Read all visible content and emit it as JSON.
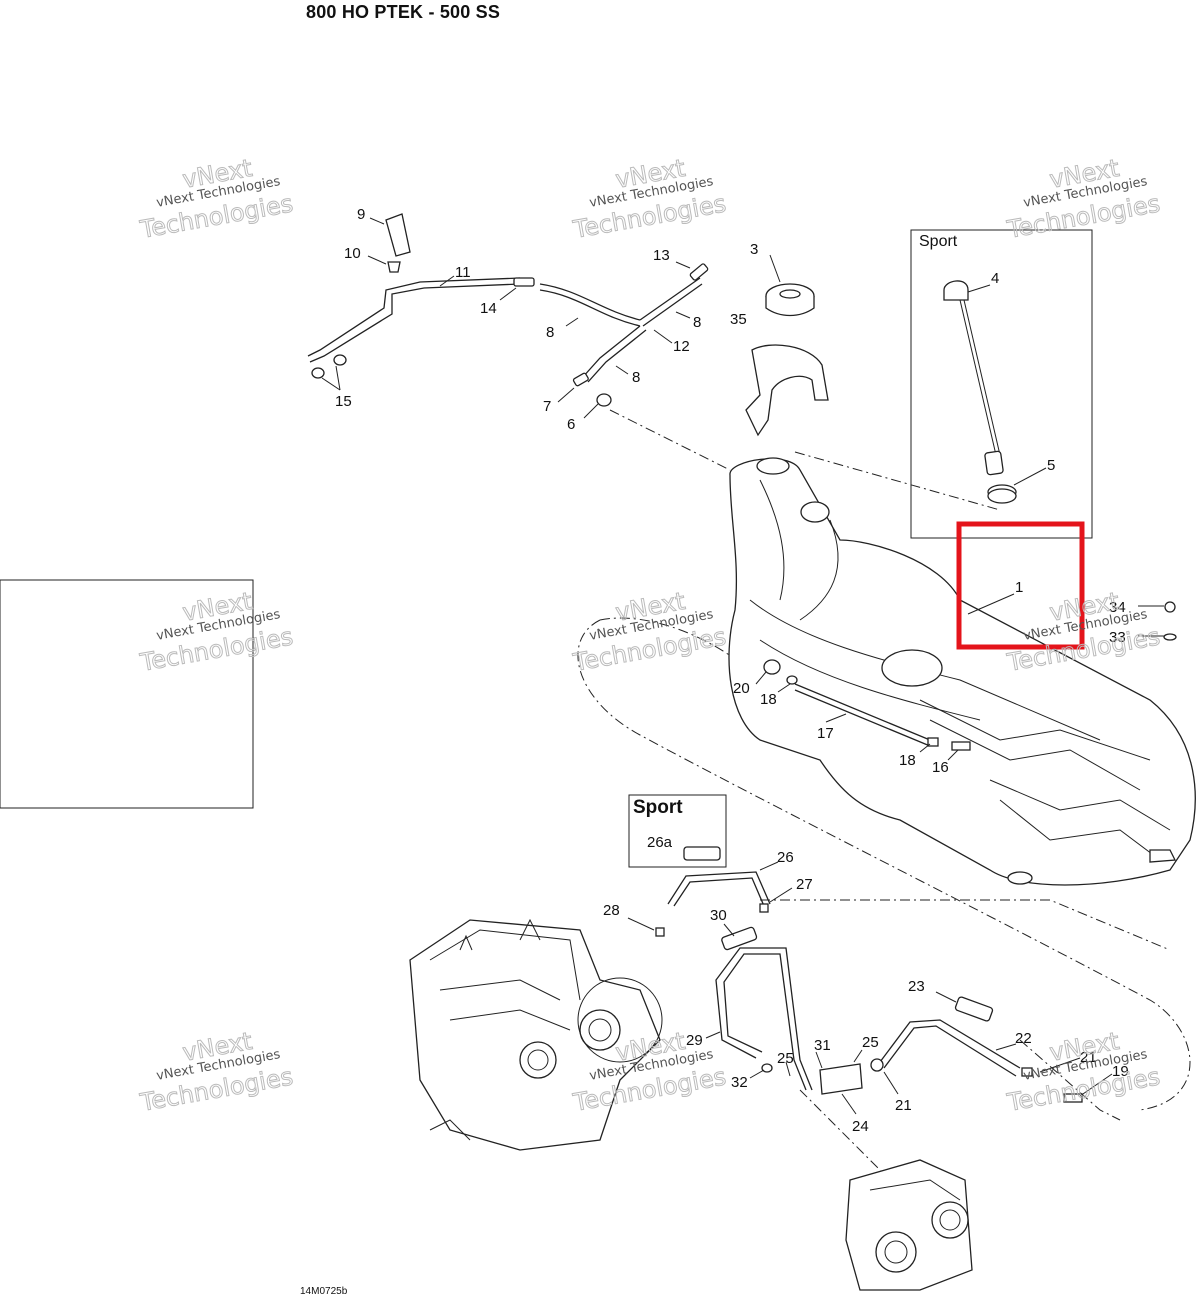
{
  "header": {
    "title": "800 HO PTEK - 500 SS"
  },
  "footer": {
    "code": "14M0725b"
  },
  "boxes": {
    "sport_top": "Sport",
    "sport_bottom": "Sport"
  },
  "watermark": {
    "line1": "vNext",
    "line2": "vNext Technologies",
    "line3": "Technologies"
  },
  "colors": {
    "highlight": "#e4141b",
    "ink": "#222222"
  },
  "callouts": [
    "1",
    "3",
    "4",
    "5",
    "6",
    "7",
    "8",
    "8",
    "8",
    "9",
    "10",
    "11",
    "12",
    "13",
    "14",
    "15",
    "16",
    "17",
    "18",
    "18",
    "19",
    "20",
    "21",
    "21",
    "22",
    "23",
    "24",
    "25",
    "25",
    "26",
    "26a",
    "27",
    "28",
    "29",
    "30",
    "31",
    "32",
    "33",
    "34",
    "35"
  ]
}
